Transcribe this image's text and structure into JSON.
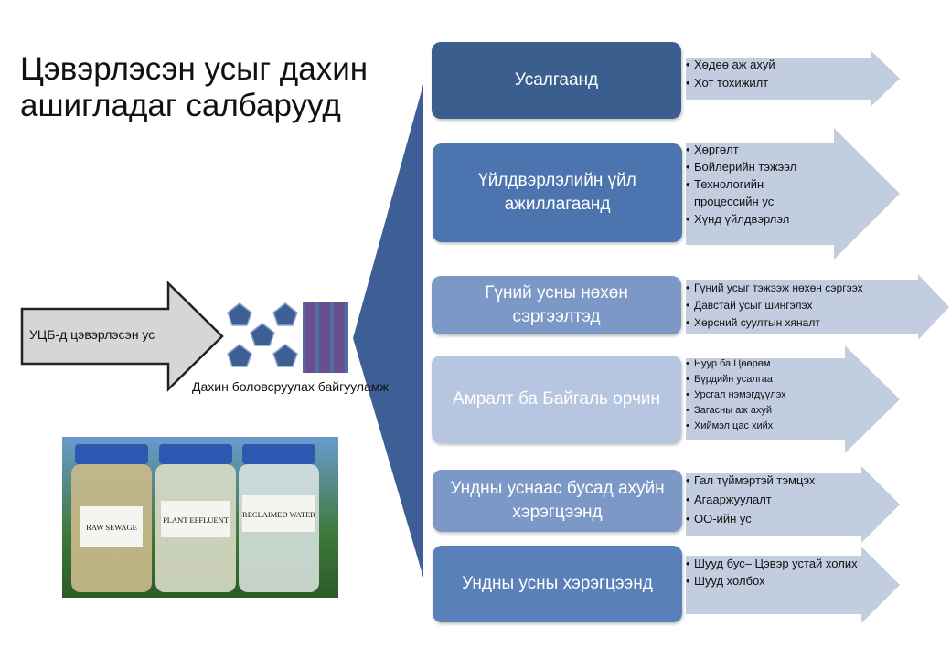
{
  "title": "Цэвэрлэсэн усыг дахин ашигладаг салбарууд",
  "input": {
    "label": "УЦБ-д цэвэрлэсэн ус"
  },
  "plant": {
    "label": "Дахин боловсруулах байгууламж"
  },
  "jars": [
    "RAW SEWAGE",
    "PLANT EFFLUENT",
    "RECLAIMED WATER"
  ],
  "colors": {
    "cat1": "#3a5f8f",
    "cat2": "#4c74ae",
    "cat3": "#7b98c6",
    "cat4": "#b6c5e0",
    "cat5": "#7b98c6",
    "cat6": "#5a80ba",
    "arrow": "#c2cde0",
    "funnel": "#3d5f95"
  },
  "categories": [
    {
      "label": "Усалгаанд",
      "items": [
        "Хөдөө аж ахуй",
        "Хот тохижилт"
      ]
    },
    {
      "label": "Үйлдвэрлэлийн үйл ажиллагаанд",
      "items": [
        "Хөргөлт",
        "Бойлерийн тэжээл",
        "Технологийн процессийн ус",
        "Хүнд үйлдвэрлэл"
      ]
    },
    {
      "label": "Гүний усны нөхөн сэргээлтэд",
      "items": [
        "Гүний усыг тэжээж нөхөн сэргээх",
        "Давстай усыг шингэлэх",
        "Хөрсний суултын хяналт"
      ]
    },
    {
      "label": "Амралт ба Байгаль орчин",
      "items": [
        "Нуур ба Цөөрөм",
        "Бүрдийн усалгаа",
        "Урсгал нэмэгдүүлэх",
        "Загасны аж ахуй",
        "Хиймэл цас хийх"
      ]
    },
    {
      "label": "Ундны уснаас бусад ахуйн хэрэгцээнд",
      "items": [
        "Гал түймэртэй тэмцэх",
        "Агааржуулалт",
        "ОО-ийн ус"
      ]
    },
    {
      "label": "Ундны усны хэрэгцээнд",
      "items": [
        "Шууд бус– Цэвэр устай холих",
        "Шууд холбох"
      ]
    }
  ]
}
